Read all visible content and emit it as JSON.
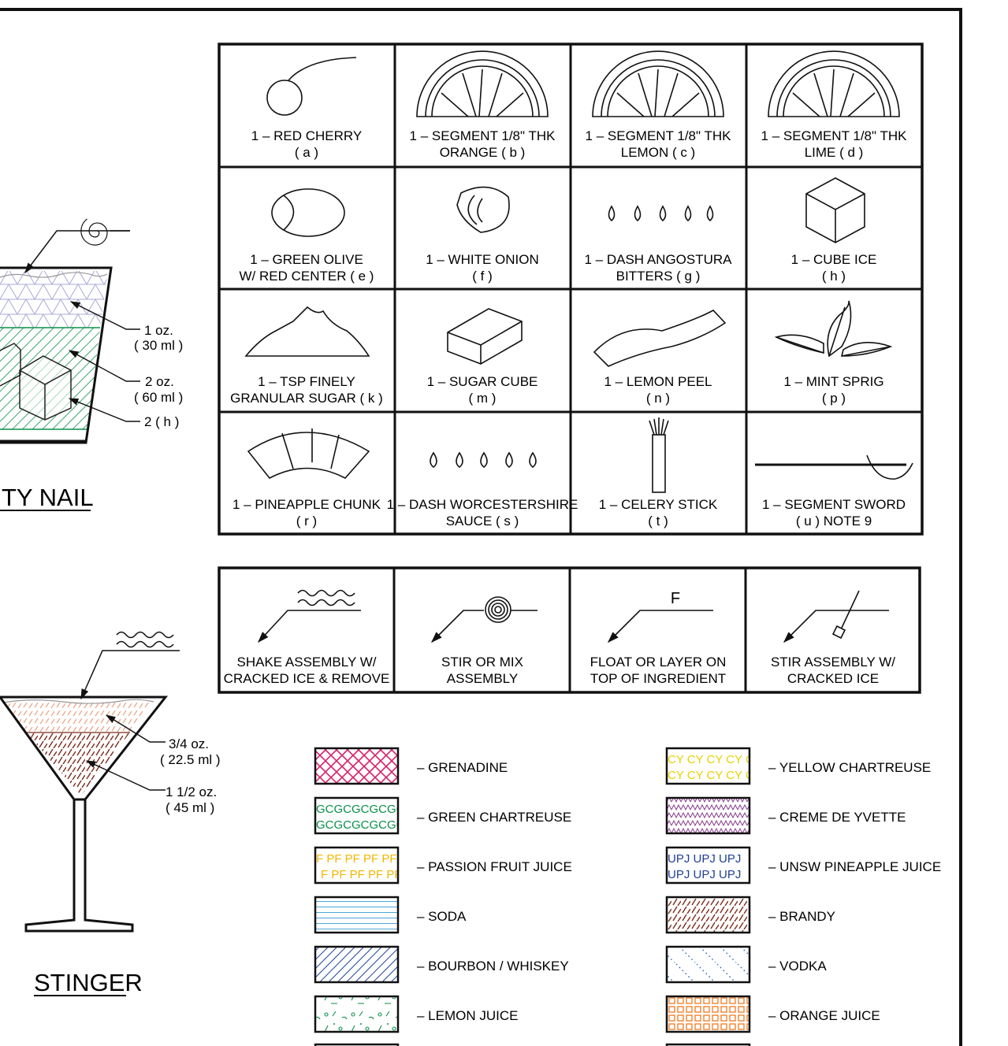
{
  "cocktails": {
    "rusty_nail": {
      "title": "TY NAIL",
      "callouts": [
        {
          "line1": "1 oz.",
          "line2": "( 30 ml )"
        },
        {
          "line1": "2 oz.",
          "line2": "( 60 ml )"
        },
        {
          "line1": "2 ( h )",
          "line2": ""
        }
      ]
    },
    "stinger": {
      "title": "STINGER",
      "callouts": [
        {
          "line1": "3/4 oz.",
          "line2": "( 22.5 ml )"
        },
        {
          "line1": "1 1/2 oz.",
          "line2": "( 45 ml )"
        }
      ]
    }
  },
  "garnish_table": {
    "cells": [
      {
        "line1": "1 – RED CHERRY",
        "line2": "( a )",
        "icon": "cherry-icon"
      },
      {
        "line1": "1 – SEGMENT 1/8\" THK",
        "line2": "ORANGE ( b )",
        "icon": "orange-segment-icon"
      },
      {
        "line1": "1 – SEGMENT 1/8\" THK",
        "line2": "LEMON ( c )",
        "icon": "lemon-segment-icon"
      },
      {
        "line1": "1 – SEGMENT 1/8\" THK",
        "line2": "LIME ( d )",
        "icon": "lime-segment-icon"
      },
      {
        "line1": "1 – GREEN OLIVE",
        "line2": "W/ RED CENTER ( e )",
        "icon": "olive-icon"
      },
      {
        "line1": "1 – WHITE ONION",
        "line2": "( f )",
        "icon": "onion-icon"
      },
      {
        "line1": "1 – DASH ANGOSTURA",
        "line2": "BITTERS ( g )",
        "icon": "bitters-drops-icon"
      },
      {
        "line1": "1 – CUBE ICE",
        "line2": "( h )",
        "icon": "ice-cube-icon"
      },
      {
        "line1": "1 – TSP FINELY",
        "line2": "GRANULAR SUGAR ( k )",
        "icon": "sugar-pile-icon"
      },
      {
        "line1": "1 – SUGAR CUBE",
        "line2": "( m )",
        "icon": "sugar-cube-icon"
      },
      {
        "line1": "1 – LEMON PEEL",
        "line2": "( n )",
        "icon": "lemon-peel-icon"
      },
      {
        "line1": "1 – MINT SPRIG",
        "line2": "( p )",
        "icon": "mint-sprig-icon"
      },
      {
        "line1": "1 – PINEAPPLE CHUNK",
        "line2": "( r )",
        "icon": "pineapple-chunk-icon"
      },
      {
        "line1": "1 – DASH WORCESTERSHIRE",
        "line2": "SAUCE ( s )",
        "icon": "worcestershire-drops-icon"
      },
      {
        "line1": "1 – CELERY STICK",
        "line2": "( t )",
        "icon": "celery-stick-icon"
      },
      {
        "line1": "1 – SEGMENT SWORD",
        "line2": "( u ) NOTE 9",
        "icon": "sword-icon"
      }
    ]
  },
  "method_table": {
    "cells": [
      {
        "line1": "SHAKE ASSEMBLY W/",
        "line2": "CRACKED ICE & REMOVE",
        "icon": "shake-symbol-icon"
      },
      {
        "line1": "STIR OR MIX",
        "line2": "ASSEMBLY",
        "icon": "stir-spiral-icon"
      },
      {
        "line1": "FLOAT OR LAYER ON",
        "line2": "TOP OF INGREDIENT",
        "icon": "float-symbol-icon",
        "symbol": "F"
      },
      {
        "line1": "STIR ASSEMBLY W/",
        "line2": "CRACKED ICE",
        "icon": "stir-stick-icon"
      }
    ]
  },
  "legend": {
    "items": [
      {
        "label": "– GRENADINE",
        "pattern": "grenadine",
        "color": "#d6246e"
      },
      {
        "label": "– YELLOW CHARTREUSE",
        "pattern": "yellow-chartreuse",
        "color": "#e8d200",
        "text": "CY CY CY CY C"
      },
      {
        "label": "– GREEN CHARTREUSE",
        "pattern": "green-chartreuse",
        "color": "#0a8f4a",
        "text": "GCGCGCGCGCG"
      },
      {
        "label": "– CREME DE YVETTE",
        "pattern": "creme-de-yvette",
        "color": "#8a3f8f"
      },
      {
        "label": "– PASSION FRUIT JUICE",
        "pattern": "passion-fruit",
        "color": "#f2b600",
        "text": "F PF PF PF PF"
      },
      {
        "label": "– UNSW PINEAPPLE JUICE",
        "pattern": "pineapple-juice",
        "color": "#1e3f9a",
        "text": "UPJ UPJ UPJ"
      },
      {
        "label": "– SODA",
        "pattern": "soda",
        "color": "#4aa6d8"
      },
      {
        "label": "– BRANDY",
        "pattern": "brandy",
        "color": "#7a2a1a"
      },
      {
        "label": "– BOURBON / WHISKEY",
        "pattern": "bourbon",
        "color": "#1e3f9a"
      },
      {
        "label": "– VODKA",
        "pattern": "vodka",
        "color": "#1e5fb8"
      },
      {
        "label": "– LEMON JUICE",
        "pattern": "lemon-juice",
        "color": "#0a8f4a"
      },
      {
        "label": "– ORANGE JUICE",
        "pattern": "orange-juice",
        "color": "#f07a20"
      }
    ]
  }
}
